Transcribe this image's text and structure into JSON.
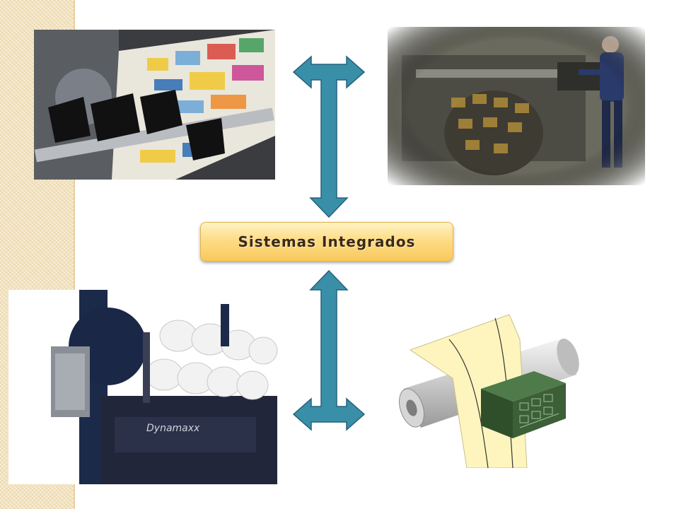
{
  "slide": {
    "center_label": "Sistemas Integrados"
  },
  "colors": {
    "arrow": "#3a8fa8",
    "arrow_stroke": "#23627a",
    "label_bg": "#fbd778",
    "band": "#f3e2bd"
  },
  "images": [
    {
      "name": "printed-web-rollers-photo",
      "description_icon": "printing-press-photo"
    },
    {
      "name": "operator-rotary-press-photo",
      "description_icon": "rotary-press-photo"
    },
    {
      "name": "slitter-rewinder-machine-photo",
      "description_icon": "slitter-machine-photo"
    },
    {
      "name": "web-inspection-sensor-diagram",
      "description_icon": "roller-sensor-diagram"
    }
  ]
}
